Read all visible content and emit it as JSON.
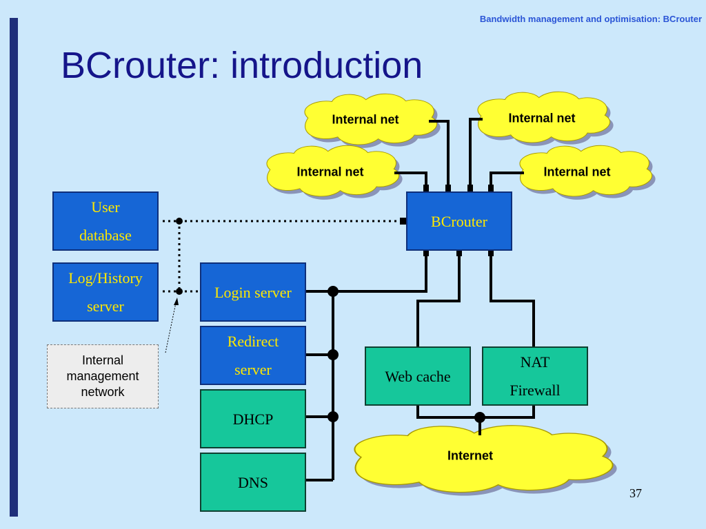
{
  "header": {
    "running_title": "Bandwidth management and optimisation: BCrouter"
  },
  "slide": {
    "title": "BCrouter: introduction",
    "page_number": "37"
  },
  "clouds": {
    "internal_net_1": "Internal net",
    "internal_net_2": "Internal net",
    "internal_net_3": "Internal net",
    "internal_net_4": "Internal net",
    "internet": "Internet"
  },
  "boxes": {
    "bcrouter": "BCrouter",
    "user_database_line1": "User",
    "user_database_line2": "database",
    "log_history_line1": "Log/History",
    "log_history_line2": "server",
    "login_server": "Login server",
    "redirect_line1": "Redirect",
    "redirect_line2": "server",
    "dhcp": "DHCP",
    "dns": "DNS",
    "web_cache": "Web cache",
    "nat_line1": "NAT",
    "nat_line2": "Firewall"
  },
  "note": {
    "line1": "Internal",
    "line2": "management",
    "line3": "network"
  },
  "colors": {
    "background": "#cce8fb",
    "title": "#15158a",
    "header": "#2b55d6",
    "blue_box": "#1666d6",
    "blue_box_text": "#ffe800",
    "green_box": "#16c79b",
    "cloud": "#ffff33",
    "line": "#000000"
  }
}
